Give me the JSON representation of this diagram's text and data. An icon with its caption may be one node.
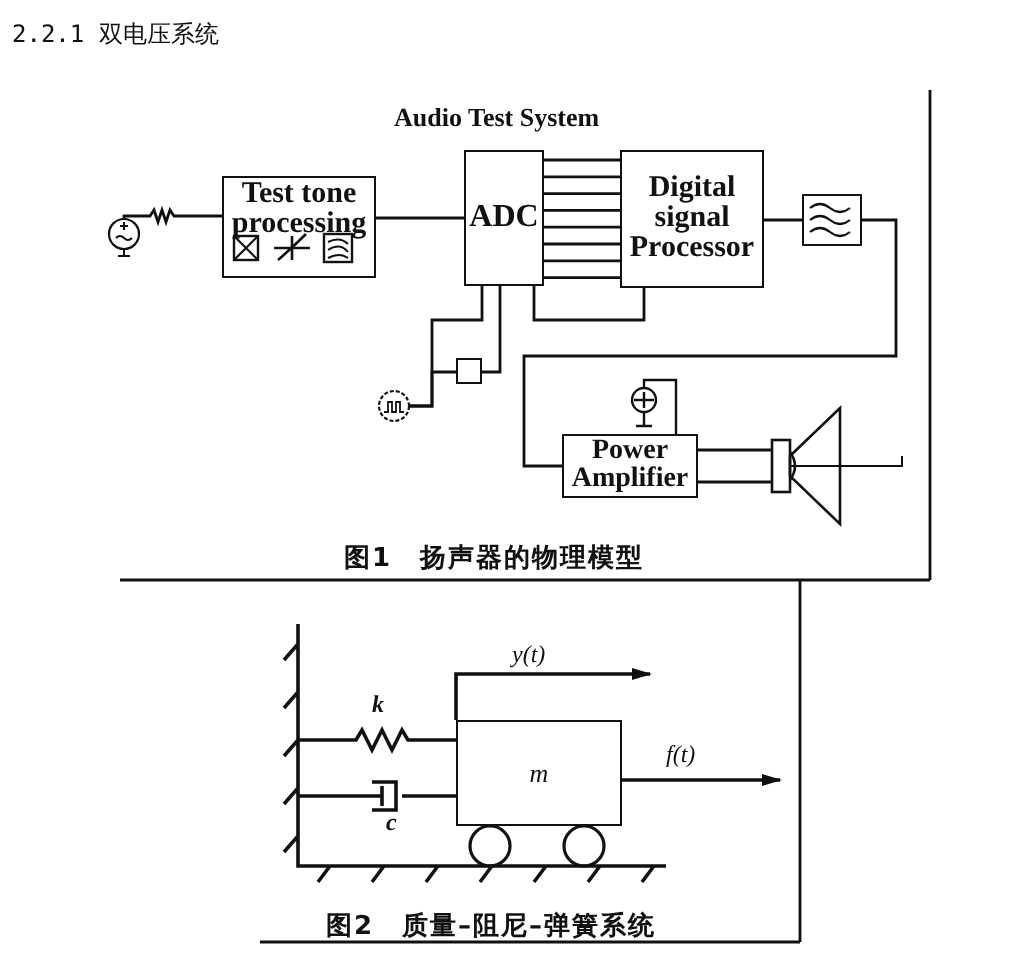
{
  "diagram": {
    "title": "2.2.1 双电压系统",
    "nodes": [
      {
        "text": [],
        "shape": "circle"
      },
      {
        "text": [
          "Test tone processing"
        ]
      },
      {
        "text": [
          "ADC"
        ]
      },
      {
        "text": [
          "Digital signal Processor"
        ]
      },
      {
        "text": [],
        "shape": "box"
      },
      {
        "text": [
          "Power Amplifier"
        ]
      },
      {
        "text": [],
        "shape": "speaker"
      },
      {
        "text": [],
        "shape": "circle"
      },
      {
        "text": [],
        "shape": "box"
      },
      {
        "text": [
          "m"
        ]
      }
    ],
    "edges": [
      {
        "from": 0,
        "to": 1,
        "arrow": "none"
      },
      {
        "from": 1,
        "to": 2,
        "arrow": "none"
      },
      {
        "from": 2,
        "to": 3,
        "arrow": "none"
      },
      {
        "from": 2,
        "to": 3,
        "arrow": "none"
      },
      {
        "from": 3,
        "to": 4,
        "arrow": "none"
      },
      {
        "from": 4,
        "to": 5,
        "arrow": "none"
      },
      {
        "from": 5,
        "to": 6,
        "arrow": "none"
      },
      {
        "from": 5,
        "to": 6,
        "arrow": "none"
      },
      {
        "from": 7,
        "to": 2,
        "arrow": "none"
      },
      {
        "from": 7,
        "to": 8,
        "arrow": "none"
      },
      {
        "from": 8,
        "to": 2,
        "arrow": "none"
      }
    ],
    "labels": [
      "Audio Test System",
      "图1　扬声器的物理模型",
      "y(t)",
      "k",
      "f(t)",
      "c",
      "图2　质量–阻尼–弹簧系统"
    ]
  }
}
